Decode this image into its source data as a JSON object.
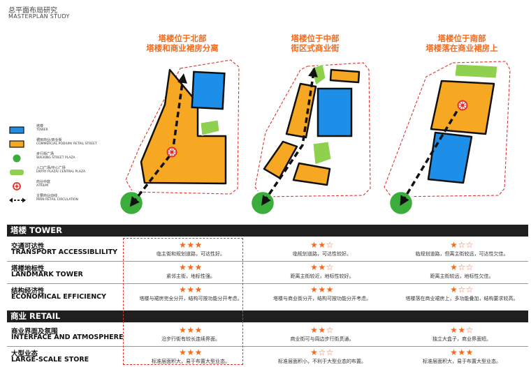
{
  "header": {
    "title_cn": "总平面布局研究",
    "title_en": "MASTERPLAN STUDY"
  },
  "schemes": [
    {
      "line1": "塔楼位于北部",
      "line2": "塔楼和商业裙房分离"
    },
    {
      "line1": "塔楼位于中部",
      "line2": "街区式商业街"
    },
    {
      "line1": "塔楼位于南部",
      "line2": "塔楼落在商业裙房上"
    }
  ],
  "legend": [
    {
      "icon": "tower-swatch",
      "cn": "塔楼",
      "en": "TOWER",
      "color": "#1e8fe8"
    },
    {
      "icon": "retail-swatch",
      "cn": "裙房商业/商业街",
      "en": "COMMERCIAL PODIUM/ RETAIL STREET",
      "color": "#f7a823"
    },
    {
      "icon": "walking-plaza-dot",
      "cn": "步行街广场",
      "en": "WALKING STREET PLAZA",
      "color": "#3aad3a"
    },
    {
      "icon": "entry-plaza-swatch",
      "cn": "入口广场/中心广场",
      "en": "ENTRY PLAZA/ CENTRAL PLAZA",
      "color": "#8fd14f"
    },
    {
      "icon": "atrium-icon",
      "cn": "商业中庭",
      "en": "ATRIUM",
      "color": "#e0332d"
    },
    {
      "icon": "circulation-arrow-icon",
      "cn": "主要商业动线",
      "en": "MAIN RETAIL CIRCULATION",
      "color": "#111111"
    }
  ],
  "sections": [
    {
      "title": "塔楼 TOWER"
    },
    {
      "title": "商业 RETAIL"
    }
  ],
  "rows": [
    {
      "cn": "交通可达性",
      "en": "TRANSPORT ACCESSIBLILITY",
      "ratings": [
        3,
        2,
        1
      ],
      "stars": [
        "★★★",
        "★★☆",
        "★☆☆"
      ],
      "desc": [
        "临主街和规划道路，可达性好。",
        "临规划道路，可达性较好。",
        "临规划道路，但离主街较远，可达性欠佳。"
      ]
    },
    {
      "cn": "塔楼地标性",
      "en": "LANDMARK TOWER",
      "ratings": [
        3,
        2,
        1
      ],
      "stars": [
        "★★★",
        "★★☆",
        "★☆☆"
      ],
      "desc": [
        "紧邻主街，地标性强。",
        "距离主街较近，地标性较好。",
        "距离主街较远，地标性欠佳。"
      ]
    },
    {
      "cn": "结构经济性",
      "en": "ECONOMICAL EFFICIENCY",
      "ratings": [
        3,
        3,
        1
      ],
      "stars": [
        "★★★",
        "★★★",
        "★☆☆"
      ],
      "desc": [
        "塔楼与裙房完全分开，结构可按功能分开考虑。",
        "塔楼与商业街分开，结构可按功能分开考虑。",
        "塔楼落在商业裙房上，多功能叠加，结构要求较高。"
      ]
    },
    {
      "cn": "商业界面及氛围",
      "en": "INTERFACE AND ATMOSPHERE",
      "ratings": [
        3,
        2,
        2
      ],
      "stars": [
        "★★★",
        "★★☆",
        "★★☆"
      ],
      "desc": [
        "沿步行街有较长连续界面。",
        "商业街可与周边步行街贯通。",
        "独立大盒子，商业界面短。"
      ]
    },
    {
      "cn": "大型业态",
      "en": "LARGE-SCALE STORE",
      "ratings": [
        3,
        1,
        3
      ],
      "stars": [
        "★★★",
        "★☆☆",
        "★★★"
      ],
      "desc": [
        "标准层面积大，易于布置大型业态。",
        "标准层面积小，不利于大型业态的布置。",
        "标准层面积大，易于布置大型业态。"
      ]
    }
  ],
  "colors": {
    "tower": "#1e8fe8",
    "retail": "#f7a823",
    "plaza_green": "#3aad3a",
    "entry_green": "#8fd14f",
    "boundary_red": "#e0332d",
    "accent_orange": "#f26b1f",
    "section_bar": "#1f1f1f"
  }
}
